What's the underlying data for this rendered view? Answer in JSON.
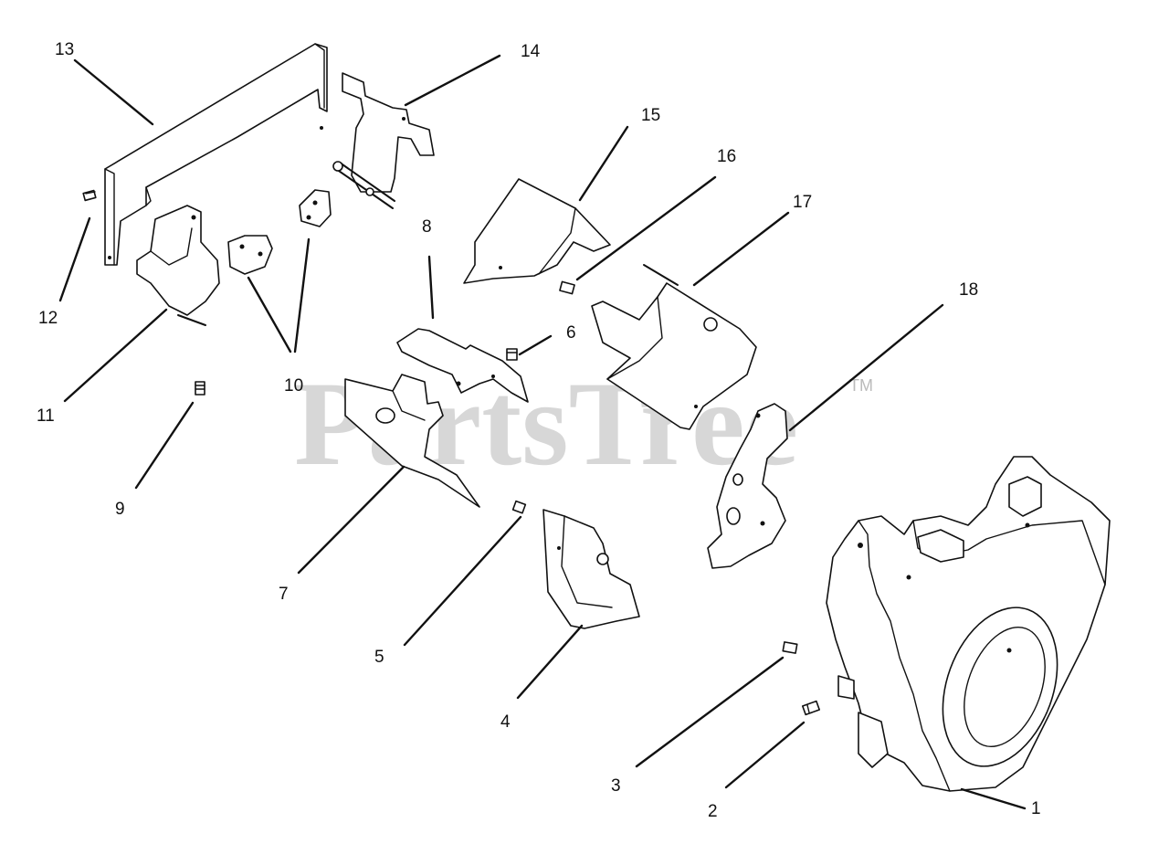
{
  "watermark": {
    "text": "PartsTree",
    "trademark": "TM"
  },
  "callouts": [
    "1",
    "2",
    "3",
    "4",
    "5",
    "6",
    "7",
    "8",
    "9",
    "10",
    "11",
    "12",
    "13",
    "14",
    "15",
    "16",
    "17",
    "18"
  ]
}
